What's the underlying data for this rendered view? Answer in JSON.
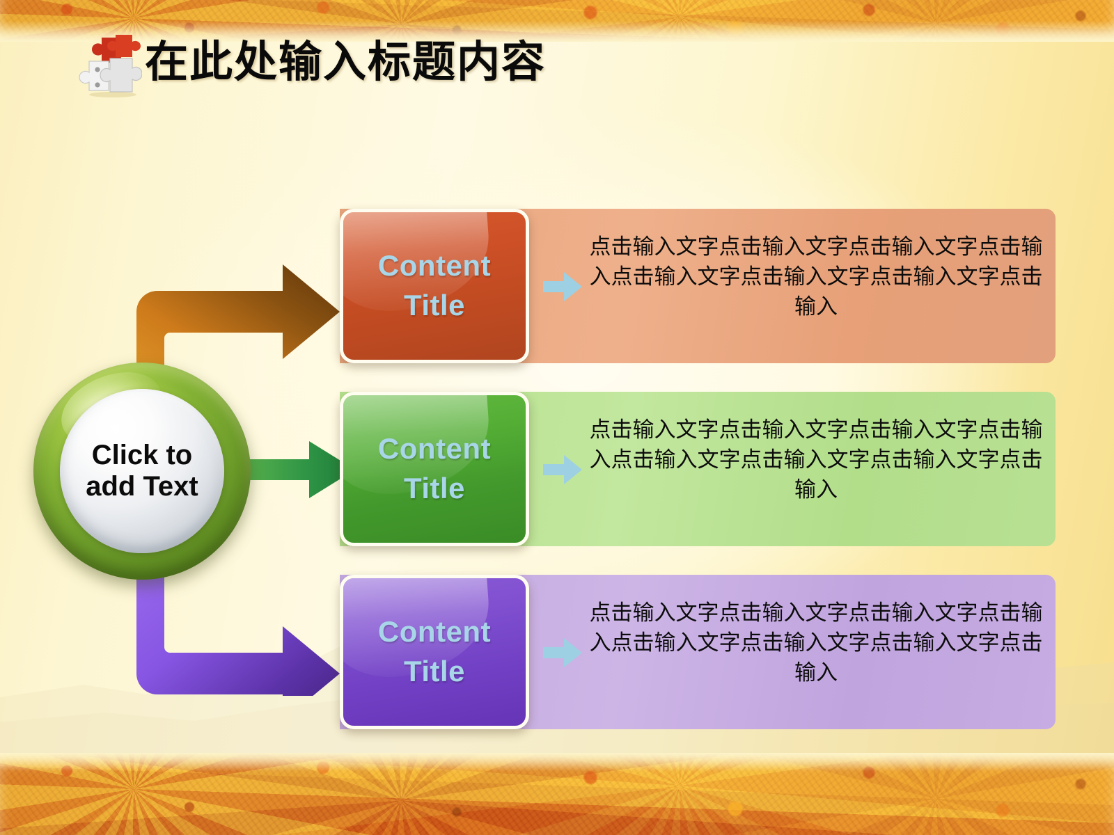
{
  "slide": {
    "title": "在此处输入标题内容",
    "icon": "puzzle-piece-icon",
    "background_color": "#FDF6CE",
    "border_color": "#E8A83A"
  },
  "hub": {
    "label": "Click to\nadd Text",
    "line1": "Click to",
    "line2": "add Text",
    "ring_color": "#7FA832",
    "inner_color": "#E9ECEF"
  },
  "rows": [
    {
      "id": "row-orange",
      "title": "Content Title",
      "title_line1": "Content",
      "title_line2": "Title",
      "body": "点击输入文字点击输入文字点击输入文字点击输入点击输入文字点击输入文字点击输入文字点击输入",
      "box_color": "#C94F24",
      "panel_color": "#E8A57C",
      "connector_color": "#D4821E",
      "connector_type": "elbow-up-right-arrow",
      "mini_arrow_color": "#9ED0E3"
    },
    {
      "id": "row-green",
      "title": "Content Title",
      "title_line1": "Content",
      "title_line2": "Title",
      "body": "点击输入文字点击输入文字点击输入文字点击输入点击输入文字点击输入文字点击输入文字点击输入",
      "box_color": "#4CA430",
      "panel_color": "#B8E093",
      "connector_color": "#2E9448",
      "connector_type": "straight-right-arrow",
      "mini_arrow_color": "#9ED0E3"
    },
    {
      "id": "row-purple",
      "title": "Content Title",
      "title_line1": "Content",
      "title_line2": "Title",
      "body": "点击输入文字点击输入文字点击输入文字点击输入点击输入文字点击输入文字点击输入文字点击输入",
      "box_color": "#7645C8",
      "panel_color": "#C6ACE2",
      "connector_color": "#8A5BE2",
      "connector_type": "elbow-down-right-arrow",
      "mini_arrow_color": "#9ED0E3"
    }
  ]
}
